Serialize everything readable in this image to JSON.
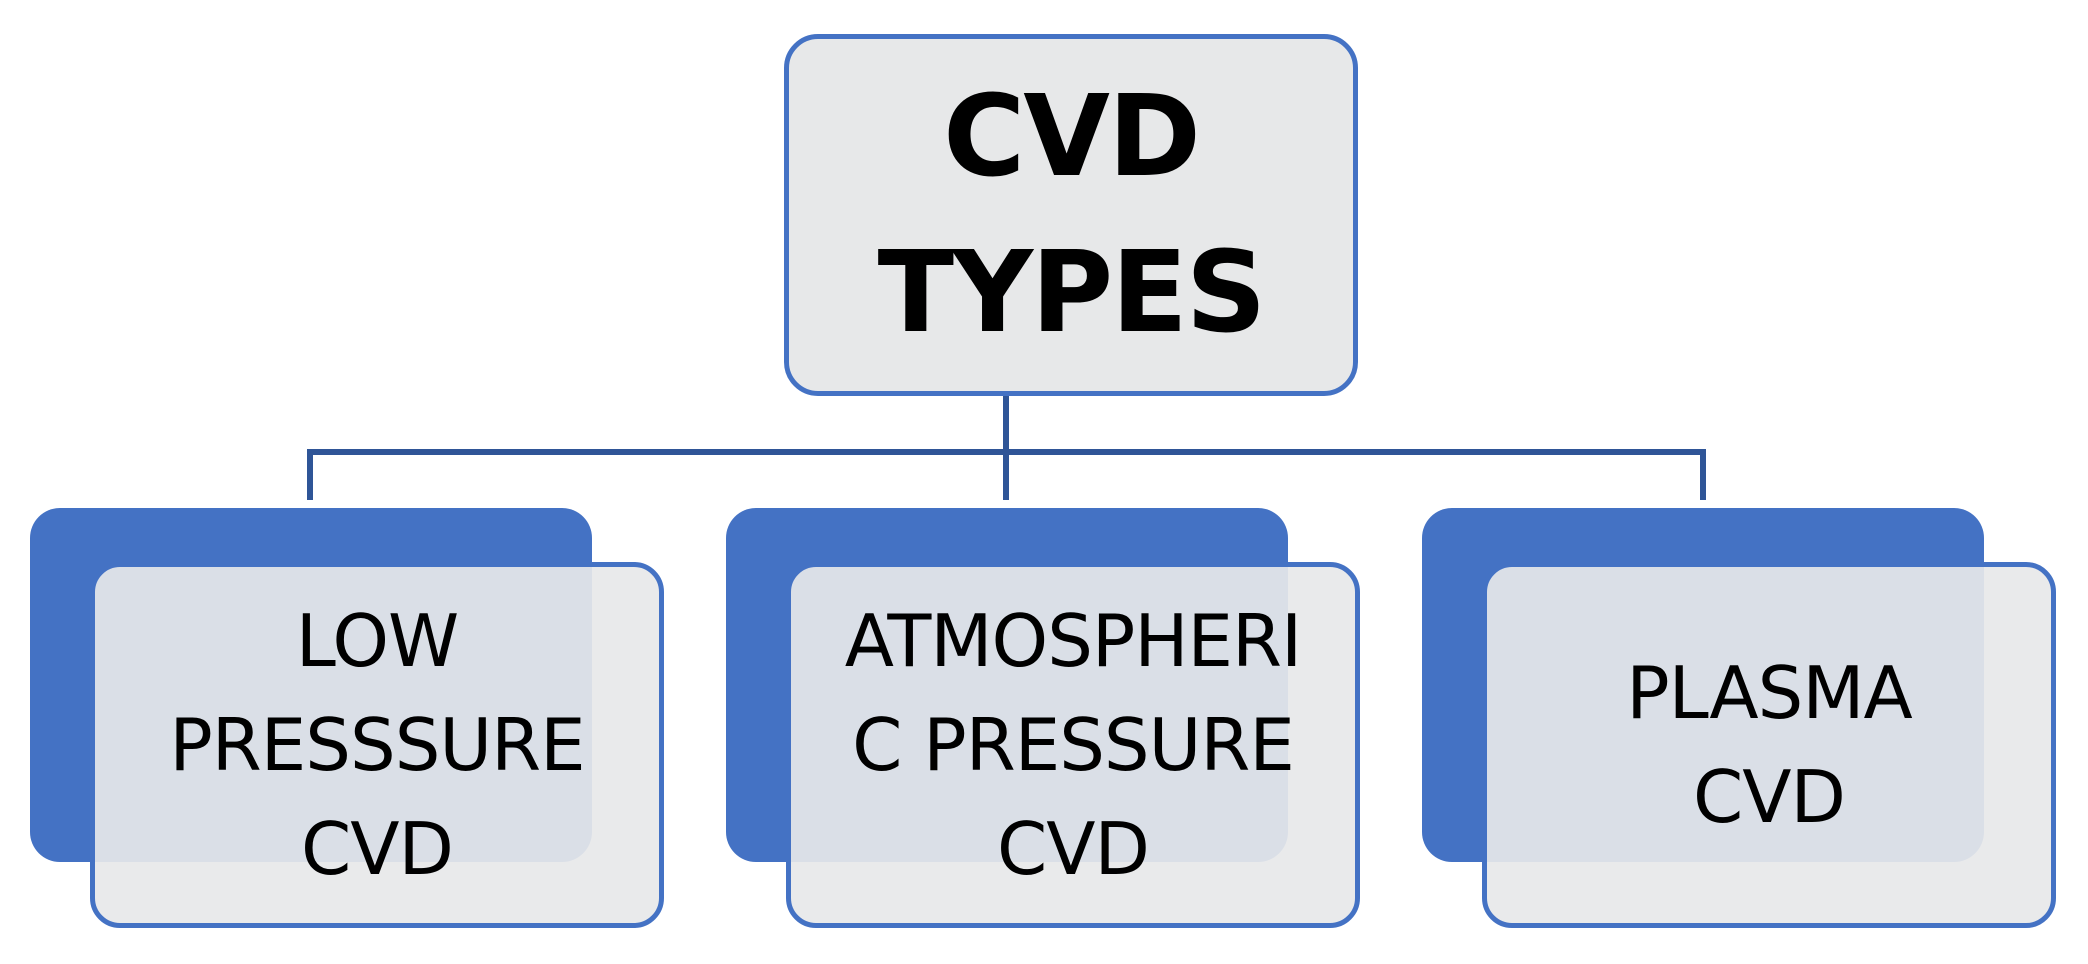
{
  "root": {
    "label": "CVD\nTYPES"
  },
  "children": [
    {
      "label": "LOW\nPRESSSURE\nCVD"
    },
    {
      "label": "ATMOSPHERI\nC PRESSURE\nCVD"
    },
    {
      "label": "PLASMA\nCVD"
    }
  ],
  "colors": {
    "accent": "#4472c4",
    "connector": "#2f5597",
    "box_fill": "#e7e8e9",
    "text": "#000000"
  }
}
